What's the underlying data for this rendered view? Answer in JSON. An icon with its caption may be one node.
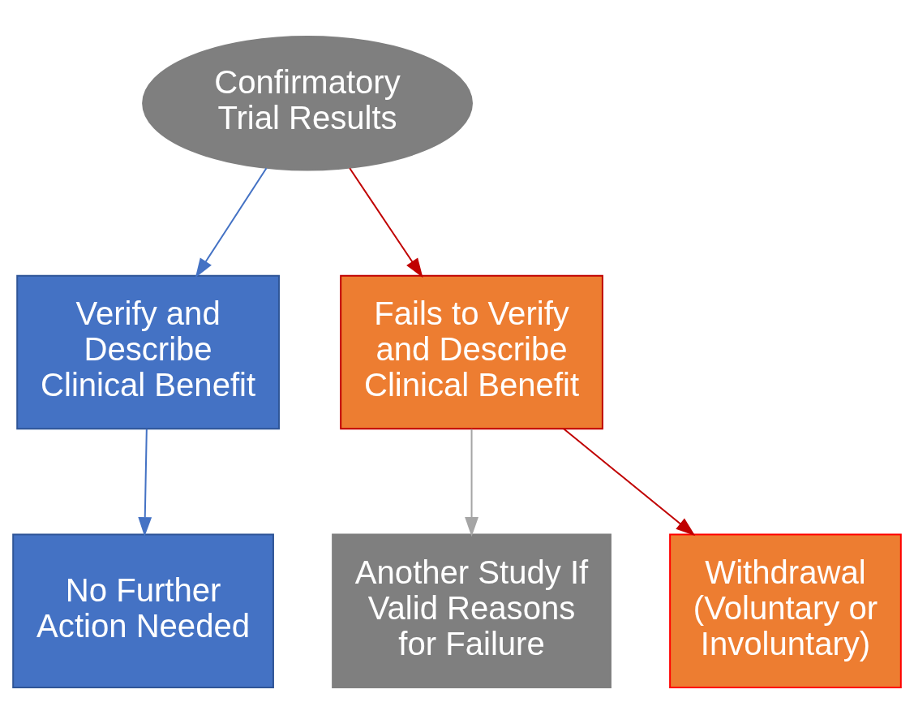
{
  "diagram": {
    "nodes": [
      {
        "text": [
          "Confirmatory Trial Results"
        ]
      },
      {
        "text": [
          "Verify and Describe Clinical Benefit"
        ]
      },
      {
        "text": [
          "Fails to Verify and Describe Clinical Benefit"
        ]
      },
      {
        "text": [
          "No Further Action Needed"
        ]
      },
      {
        "text": [
          "Another Study If Valid Reasons for Failure"
        ]
      },
      {
        "text": [
          "Withdrawal (Voluntary or Involuntary)"
        ]
      }
    ],
    "edges": [
      {
        "from": 0,
        "to": 1,
        "arrow": "to",
        "color": "#4472c4"
      },
      {
        "from": 0,
        "to": 2,
        "arrow": "to",
        "color": "#c00000"
      },
      {
        "from": 1,
        "to": 3,
        "arrow": "to",
        "color": "#4472c4"
      },
      {
        "from": 2,
        "to": 4,
        "arrow": "to",
        "color": "#a5a5a5"
      },
      {
        "from": 2,
        "to": 5,
        "arrow": "to",
        "color": "#c00000"
      }
    ]
  }
}
